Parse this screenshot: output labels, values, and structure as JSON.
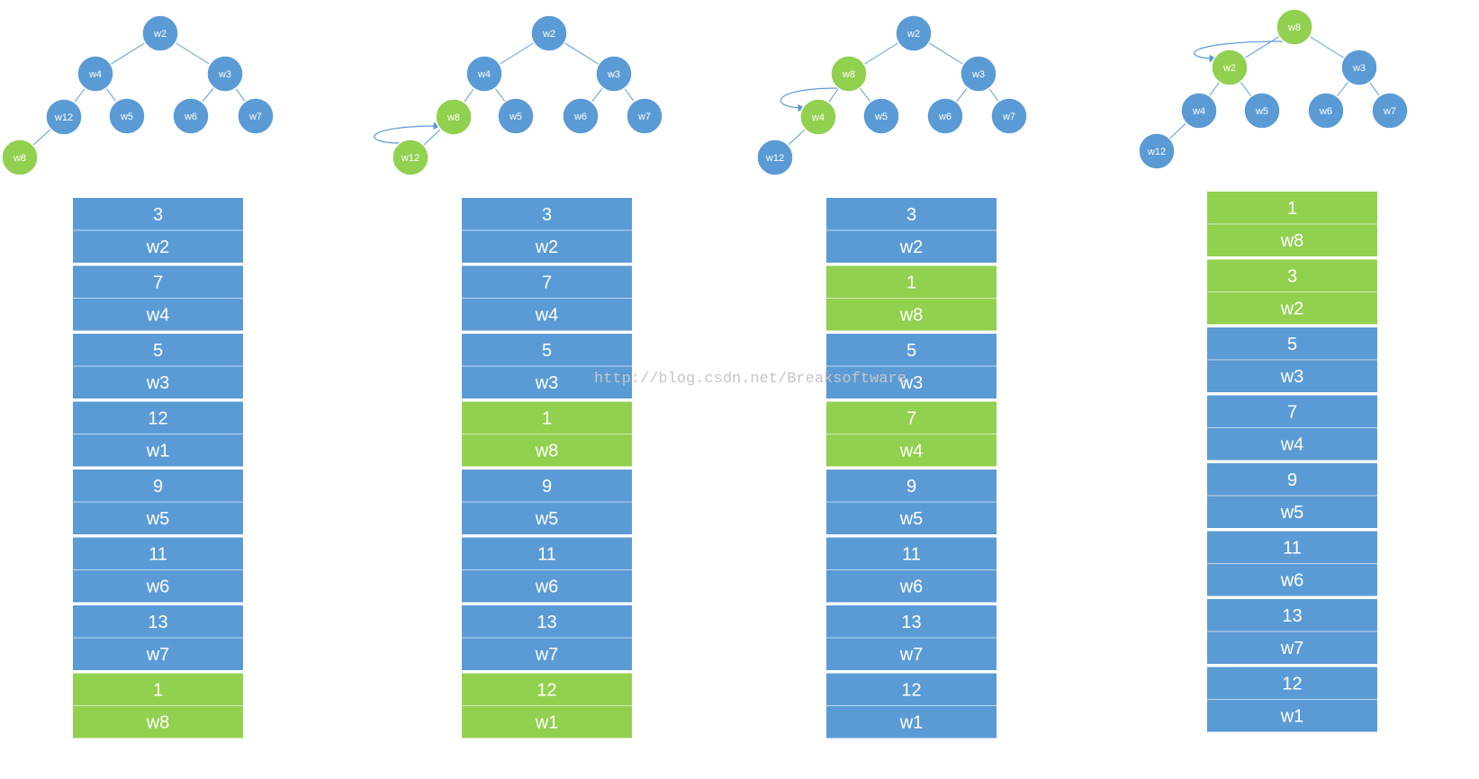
{
  "colors": {
    "blue": "#5b9bd5",
    "green": "#92d050",
    "edge": "#5b9bd5",
    "white": "#ffffff"
  },
  "watermark": "http://blog.csdn.net/Breaksoftware",
  "panels": [
    {
      "tree": {
        "nodes": [
          {
            "id": "a",
            "label": "w2",
            "color": "blue"
          },
          {
            "id": "b",
            "label": "w4",
            "color": "blue"
          },
          {
            "id": "c",
            "label": "w3",
            "color": "blue"
          },
          {
            "id": "d",
            "label": "w12",
            "color": "blue"
          },
          {
            "id": "e",
            "label": "w5",
            "color": "blue"
          },
          {
            "id": "f",
            "label": "w6",
            "color": "blue"
          },
          {
            "id": "g",
            "label": "w7",
            "color": "blue"
          },
          {
            "id": "h",
            "label": "w8",
            "color": "green"
          }
        ],
        "edges": [
          [
            "a",
            "b"
          ],
          [
            "a",
            "c"
          ],
          [
            "b",
            "d"
          ],
          [
            "b",
            "e"
          ],
          [
            "c",
            "f"
          ],
          [
            "c",
            "g"
          ],
          [
            "d",
            "h"
          ]
        ],
        "swap": null
      },
      "table": [
        {
          "key": "3",
          "name": "w2",
          "color": "blue"
        },
        {
          "key": "7",
          "name": "w4",
          "color": "blue"
        },
        {
          "key": "5",
          "name": "w3",
          "color": "blue"
        },
        {
          "key": "12",
          "name": "w1",
          "color": "blue"
        },
        {
          "key": "9",
          "name": "w5",
          "color": "blue"
        },
        {
          "key": "11",
          "name": "w6",
          "color": "blue"
        },
        {
          "key": "13",
          "name": "w7",
          "color": "blue"
        },
        {
          "key": "1",
          "name": "w8",
          "color": "green"
        }
      ]
    },
    {
      "tree": {
        "nodes": [
          {
            "id": "a",
            "label": "w2",
            "color": "blue"
          },
          {
            "id": "b",
            "label": "w4",
            "color": "blue"
          },
          {
            "id": "c",
            "label": "w3",
            "color": "blue"
          },
          {
            "id": "d",
            "label": "w8",
            "color": "green"
          },
          {
            "id": "e",
            "label": "w5",
            "color": "blue"
          },
          {
            "id": "f",
            "label": "w6",
            "color": "blue"
          },
          {
            "id": "g",
            "label": "w7",
            "color": "blue"
          },
          {
            "id": "h",
            "label": "w12",
            "color": "green"
          }
        ],
        "edges": [
          [
            "a",
            "b"
          ],
          [
            "a",
            "c"
          ],
          [
            "b",
            "d"
          ],
          [
            "b",
            "e"
          ],
          [
            "c",
            "f"
          ],
          [
            "c",
            "g"
          ],
          [
            "d",
            "h"
          ]
        ],
        "swap": [
          "h",
          "d"
        ]
      },
      "table": [
        {
          "key": "3",
          "name": "w2",
          "color": "blue"
        },
        {
          "key": "7",
          "name": "w4",
          "color": "blue"
        },
        {
          "key": "5",
          "name": "w3",
          "color": "blue"
        },
        {
          "key": "1",
          "name": "w8",
          "color": "green"
        },
        {
          "key": "9",
          "name": "w5",
          "color": "blue"
        },
        {
          "key": "11",
          "name": "w6",
          "color": "blue"
        },
        {
          "key": "13",
          "name": "w7",
          "color": "blue"
        },
        {
          "key": "12",
          "name": "w1",
          "color": "green"
        }
      ]
    },
    {
      "tree": {
        "nodes": [
          {
            "id": "a",
            "label": "w2",
            "color": "blue"
          },
          {
            "id": "b",
            "label": "w8",
            "color": "green"
          },
          {
            "id": "c",
            "label": "w3",
            "color": "blue"
          },
          {
            "id": "d",
            "label": "w4",
            "color": "green"
          },
          {
            "id": "e",
            "label": "w5",
            "color": "blue"
          },
          {
            "id": "f",
            "label": "w6",
            "color": "blue"
          },
          {
            "id": "g",
            "label": "w7",
            "color": "blue"
          },
          {
            "id": "h",
            "label": "w12",
            "color": "blue"
          }
        ],
        "edges": [
          [
            "a",
            "b"
          ],
          [
            "a",
            "c"
          ],
          [
            "b",
            "d"
          ],
          [
            "b",
            "e"
          ],
          [
            "c",
            "f"
          ],
          [
            "c",
            "g"
          ],
          [
            "d",
            "h"
          ]
        ],
        "swap": [
          "b",
          "d"
        ]
      },
      "table": [
        {
          "key": "3",
          "name": "w2",
          "color": "blue"
        },
        {
          "key": "1",
          "name": "w8",
          "color": "green"
        },
        {
          "key": "5",
          "name": "w3",
          "color": "blue"
        },
        {
          "key": "7",
          "name": "w4",
          "color": "green"
        },
        {
          "key": "9",
          "name": "w5",
          "color": "blue"
        },
        {
          "key": "11",
          "name": "w6",
          "color": "blue"
        },
        {
          "key": "13",
          "name": "w7",
          "color": "blue"
        },
        {
          "key": "12",
          "name": "w1",
          "color": "blue"
        }
      ]
    },
    {
      "tree": {
        "nodes": [
          {
            "id": "a",
            "label": "w8",
            "color": "green"
          },
          {
            "id": "b",
            "label": "w2",
            "color": "green"
          },
          {
            "id": "c",
            "label": "w3",
            "color": "blue"
          },
          {
            "id": "d",
            "label": "w4",
            "color": "blue"
          },
          {
            "id": "e",
            "label": "w5",
            "color": "blue"
          },
          {
            "id": "f",
            "label": "w6",
            "color": "blue"
          },
          {
            "id": "g",
            "label": "w7",
            "color": "blue"
          },
          {
            "id": "h",
            "label": "w12",
            "color": "blue"
          }
        ],
        "edges": [
          [
            "a",
            "b"
          ],
          [
            "a",
            "c"
          ],
          [
            "b",
            "d"
          ],
          [
            "b",
            "e"
          ],
          [
            "c",
            "f"
          ],
          [
            "c",
            "g"
          ],
          [
            "d",
            "h"
          ]
        ],
        "swap": [
          "a",
          "b"
        ]
      },
      "table": [
        {
          "key": "1",
          "name": "w8",
          "color": "green"
        },
        {
          "key": "3",
          "name": "w2",
          "color": "green"
        },
        {
          "key": "5",
          "name": "w3",
          "color": "blue"
        },
        {
          "key": "7",
          "name": "w4",
          "color": "blue"
        },
        {
          "key": "9",
          "name": "w5",
          "color": "blue"
        },
        {
          "key": "11",
          "name": "w6",
          "color": "blue"
        },
        {
          "key": "13",
          "name": "w7",
          "color": "blue"
        },
        {
          "key": "12",
          "name": "w1",
          "color": "blue"
        }
      ]
    }
  ]
}
